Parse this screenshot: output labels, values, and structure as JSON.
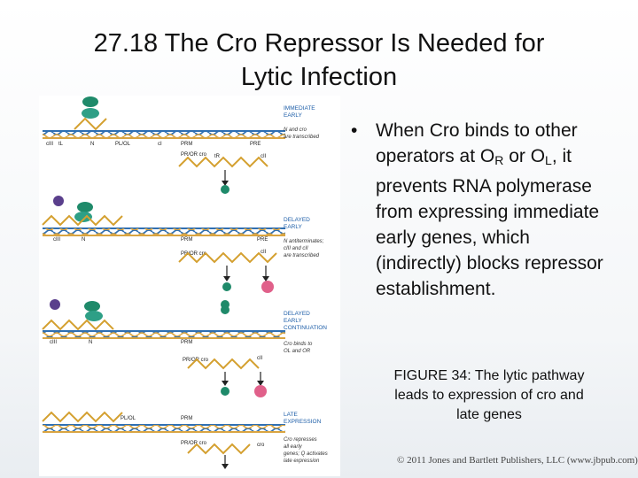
{
  "title": {
    "line1": "27.18 The Cro Repressor Is Needed for",
    "line2": "Lytic Infection"
  },
  "bullet": {
    "marker": "•",
    "t1": "When Cro binds to other operators at O",
    "sub1": "R",
    "t2": " or O",
    "sub2": "L",
    "t3": ", it prevents RNA polymerase from expressing immediate early genes, which (indirectly) blocks repressor establishment."
  },
  "caption": "FIGURE 34: The lytic pathway leads to expression of cro and late genes",
  "copyright": "© 2011 Jones and Bartlett Publishers, LLC (www.jbpub.com)",
  "figure": {
    "panels": [
      {
        "stage": [
          "IMMEDIATE",
          "EARLY"
        ],
        "note": [
          "N and cro",
          "are transcribed"
        ],
        "genes": [
          "cIII",
          "tL",
          "N",
          "PL/OL",
          "cI",
          "PRM",
          "PRE"
        ],
        "lower": [
          "PR/OR cro",
          "tR",
          "cII"
        ]
      },
      {
        "stage": [
          "DELAYED",
          "EARLY"
        ],
        "note": [
          "N antiterminates;",
          "cIII and cII",
          "are transcribed"
        ],
        "genes": [
          "cIII",
          "N",
          "PRM",
          "PRE"
        ],
        "lower": [
          "PR/OR cro",
          "cII"
        ]
      },
      {
        "stage": [
          "DELAYED",
          "EARLY",
          "CONTINUATION"
        ],
        "note": [
          "Cro binds to",
          "OL and OR"
        ],
        "genes": [
          "cIII",
          "N",
          "PRM"
        ],
        "lower": [
          "PR/OR cro",
          "cII"
        ]
      },
      {
        "stage": [
          "LATE",
          "EXPRESSION"
        ],
        "note": [
          "Cro represses",
          "all early",
          "genes; Q activates",
          "late expression"
        ],
        "genes": [
          "PL/OL",
          "PRM"
        ],
        "lower": [
          "PR/OR cro",
          "cro"
        ]
      }
    ]
  },
  "colors": {
    "dna_blue": "#2f6fb2",
    "dna_gold": "#d9a441",
    "rna": "#d4a030",
    "cro_teal": "#1f8a6a",
    "rnap_teal": "#2e9f86",
    "repressor_purple": "#5a3f8c",
    "cII_pink": "#e0608a",
    "stage_blue": "#1d5ea8"
  }
}
